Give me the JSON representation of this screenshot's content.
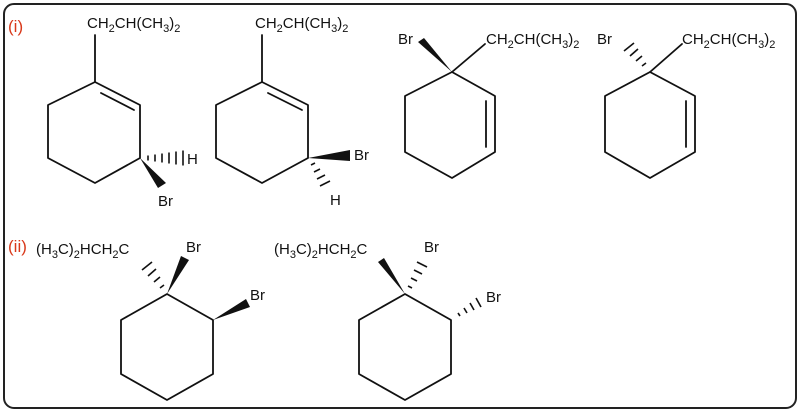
{
  "colors": {
    "frame": "#222222",
    "label": "#d9391b",
    "ink": "#111111"
  },
  "parts": [
    {
      "label": "(i)"
    },
    {
      "label": "(ii)"
    }
  ],
  "atoms": {
    "isobutyl": {
      "a": "CH",
      "b": "2",
      "c": "CH(CH",
      "d": "3",
      "e": ")",
      "f": "2"
    },
    "isobutyl_rev": {
      "a": "(H",
      "b": "3",
      "c": "C)",
      "d": "2",
      "e": "HCH",
      "f": "2",
      "g": "C"
    },
    "br": "Br",
    "h": "H"
  }
}
